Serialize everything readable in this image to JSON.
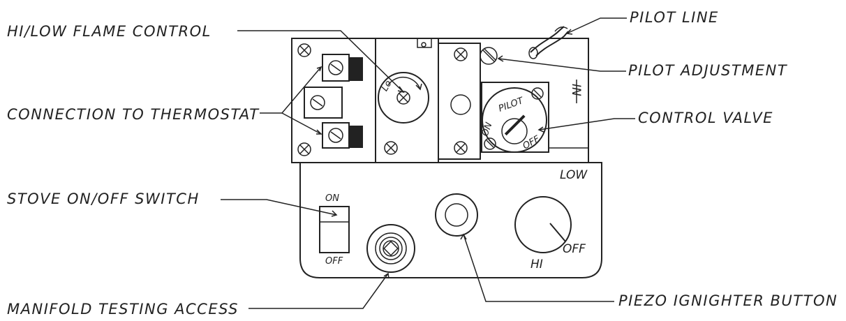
{
  "labels": {
    "hi_low_flame_control": "HI/LOW FLAME CONTROL",
    "pilot_line": "PILOT LINE",
    "pilot_adjustment": "PILOT ADJUSTMENT",
    "connection_to_thermostat": "CONNECTION TO THERMOSTAT",
    "control_valve": "CONTROL VALVE",
    "stove_on_off_switch": "STOVE ON/OFF SWITCH",
    "manifold_testing_access": "MANIFOLD TESTING ACCESS",
    "piezo_ignighter_button": "PIEZO IGNIGHTER BUTTON"
  },
  "panel_marks": {
    "switch_on": "ON",
    "switch_off": "OFF",
    "knob_low": "LOW",
    "knob_hi": "HI",
    "knob_off": "OFF",
    "valve_pilot": "PILOT",
    "valve_on": "ON",
    "valve_off": "OFF"
  }
}
